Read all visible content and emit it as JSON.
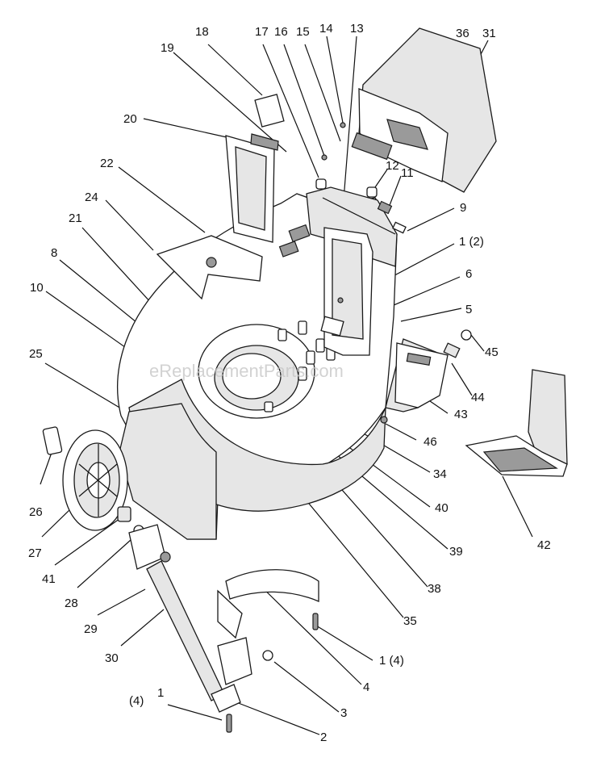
{
  "watermark": "eReplacementParts.com",
  "callouts": [
    {
      "id": "c18",
      "text": "18"
    },
    {
      "id": "c19",
      "text": "19"
    },
    {
      "id": "c20",
      "text": "20"
    },
    {
      "id": "c22",
      "text": "22"
    },
    {
      "id": "c24",
      "text": "24"
    },
    {
      "id": "c21",
      "text": "21"
    },
    {
      "id": "c8",
      "text": "8"
    },
    {
      "id": "c10",
      "text": "10"
    },
    {
      "id": "c25",
      "text": "25"
    },
    {
      "id": "c26",
      "text": "26"
    },
    {
      "id": "c27",
      "text": "27"
    },
    {
      "id": "c41",
      "text": "41"
    },
    {
      "id": "c28",
      "text": "28"
    },
    {
      "id": "c29",
      "text": "29"
    },
    {
      "id": "c30",
      "text": "30"
    },
    {
      "id": "c17",
      "text": "17"
    },
    {
      "id": "c16",
      "text": "16"
    },
    {
      "id": "c15",
      "text": "15"
    },
    {
      "id": "c14",
      "text": "14"
    },
    {
      "id": "c13",
      "text": "13"
    },
    {
      "id": "c36",
      "text": "36"
    },
    {
      "id": "c31",
      "text": "31"
    },
    {
      "id": "c12",
      "text": "12"
    },
    {
      "id": "c11",
      "text": "11"
    },
    {
      "id": "c9",
      "text": "9"
    },
    {
      "id": "c1a",
      "text": "1 (2)"
    },
    {
      "id": "c6",
      "text": "6"
    },
    {
      "id": "c5",
      "text": "5"
    },
    {
      "id": "c45",
      "text": "45"
    },
    {
      "id": "c44",
      "text": "44"
    },
    {
      "id": "c43",
      "text": "43"
    },
    {
      "id": "c46",
      "text": "46"
    },
    {
      "id": "c34",
      "text": "34"
    },
    {
      "id": "c40",
      "text": "40"
    },
    {
      "id": "c39",
      "text": "39"
    },
    {
      "id": "c38",
      "text": "38"
    },
    {
      "id": "c35",
      "text": "35"
    },
    {
      "id": "c42",
      "text": "42"
    },
    {
      "id": "c1b",
      "text": "1 (4)"
    },
    {
      "id": "c4",
      "text": "4"
    },
    {
      "id": "c3",
      "text": "3"
    },
    {
      "id": "c2",
      "text": "2"
    },
    {
      "id": "c4q",
      "text": "(4)"
    },
    {
      "id": "c1c",
      "text": "1"
    }
  ]
}
